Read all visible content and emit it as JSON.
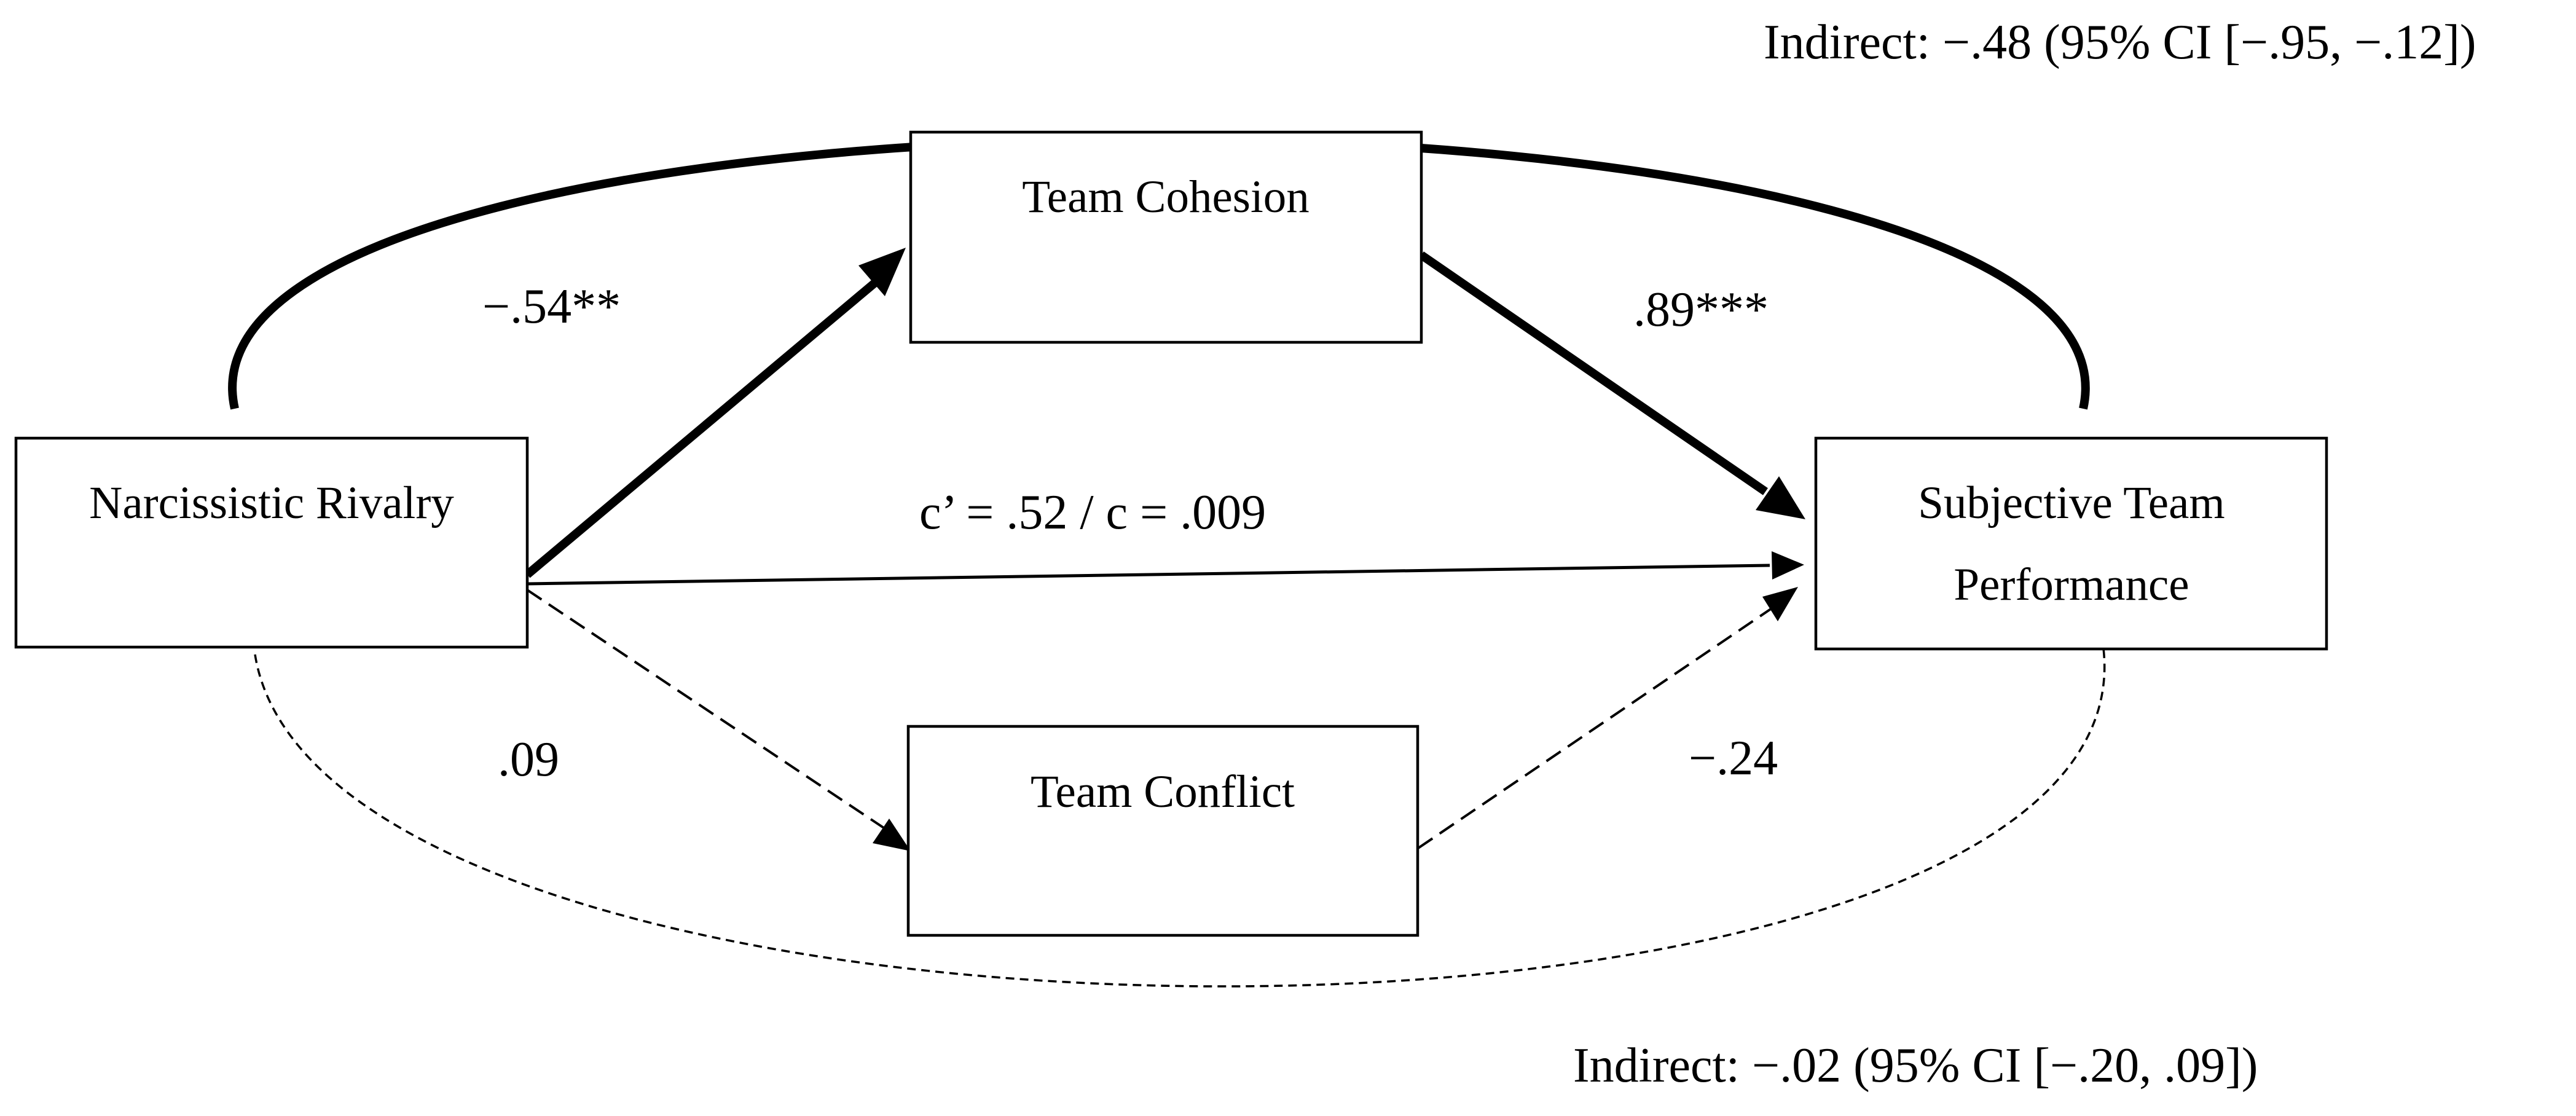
{
  "nodes": {
    "predictor": {
      "lines": [
        "Narcissistic Rivalry"
      ]
    },
    "mediator_cohesion": {
      "lines": [
        "Team Cohesion"
      ]
    },
    "mediator_conflict": {
      "lines": [
        "Team Conflict"
      ]
    },
    "outcome": {
      "lines": [
        "Subjective Team",
        "Performance"
      ]
    }
  },
  "paths": {
    "a_cohesion": "−.54**",
    "b_cohesion": ".89***",
    "direct": "c’ = .52 / c = .009",
    "a_conflict": ".09",
    "b_conflict": "−.24"
  },
  "indirect_effects": {
    "cohesion": "Indirect: −.48 (95% CI [−.95, −.12])",
    "conflict": "Indirect: −.02 (95% CI [−.20, .09])"
  }
}
